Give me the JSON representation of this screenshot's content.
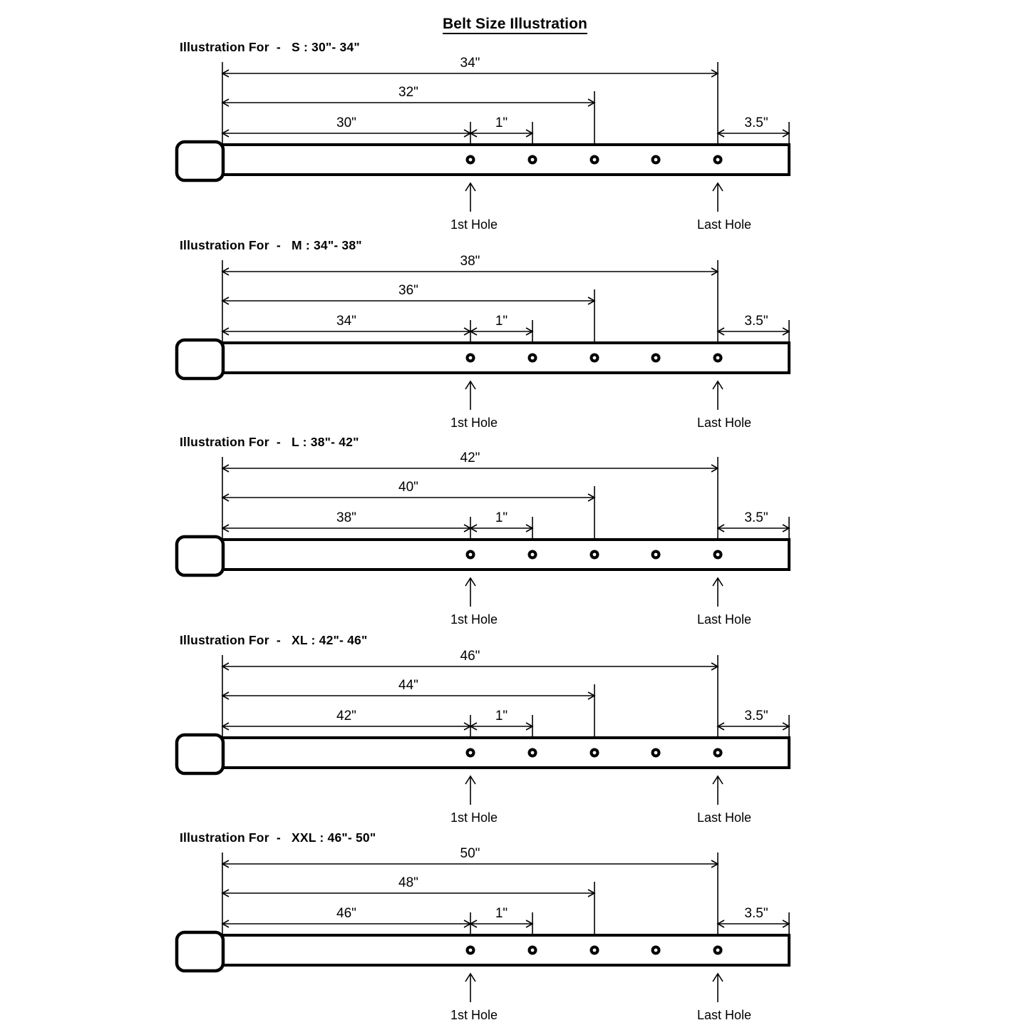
{
  "title": "Belt Size Illustration",
  "labels": {
    "first_hole": "1st Hole",
    "last_hole": "Last Hole",
    "prefix": "Illustration For  -  "
  },
  "colors": {
    "stroke": "#000000",
    "background": "#ffffff",
    "text": "#000000"
  },
  "chart_data": {
    "type": "diagram",
    "title": "Belt Size Illustration",
    "units": "inches",
    "holes_per_belt": 5,
    "hole_spacing_label": "1\"",
    "tail_after_last_hole_label": "3.5\"",
    "sections": [
      {
        "size": "S",
        "range": "30\"- 34\"",
        "header": "Illustration For  -   S : 30\"- 34\"",
        "dim_top": "34\"",
        "dim_mid": "32\"",
        "dim_bottom": "30\"",
        "dim_gap": "1\"",
        "dim_tail": "3.5\"",
        "first_hole_in": 30,
        "last_hole_in": 34,
        "tail_in": 3.5
      },
      {
        "size": "M",
        "range": "34\"- 38\"",
        "header": "Illustration For  -   M : 34\"- 38\"",
        "dim_top": "38\"",
        "dim_mid": "36\"",
        "dim_bottom": "34\"",
        "dim_gap": "1\"",
        "dim_tail": "3.5\"",
        "first_hole_in": 34,
        "last_hole_in": 38,
        "tail_in": 3.5
      },
      {
        "size": "L",
        "range": "38\"- 42\"",
        "header": "Illustration For  -   L : 38\"- 42\"",
        "dim_top": "42\"",
        "dim_mid": "40\"",
        "dim_bottom": "38\"",
        "dim_gap": "1\"",
        "dim_tail": "3.5\"",
        "first_hole_in": 38,
        "last_hole_in": 42,
        "tail_in": 3.5
      },
      {
        "size": "XL",
        "range": "42\"- 46\"",
        "header": "Illustration For  -   XL : 42\"- 46\"",
        "dim_top": "46\"",
        "dim_mid": "44\"",
        "dim_bottom": "42\"",
        "dim_gap": "1\"",
        "dim_tail": "3.5\"",
        "first_hole_in": 42,
        "last_hole_in": 46,
        "tail_in": 3.5
      },
      {
        "size": "XXL",
        "range": "46\"- 50\"",
        "header": "Illustration For  -   XXL : 46\"- 50\"",
        "dim_top": "50\"",
        "dim_mid": "48\"",
        "dim_bottom": "46\"",
        "dim_gap": "1\"",
        "dim_tail": "3.5\"",
        "first_hole_in": 46,
        "last_hole_in": 50,
        "tail_in": 3.5
      }
    ]
  }
}
